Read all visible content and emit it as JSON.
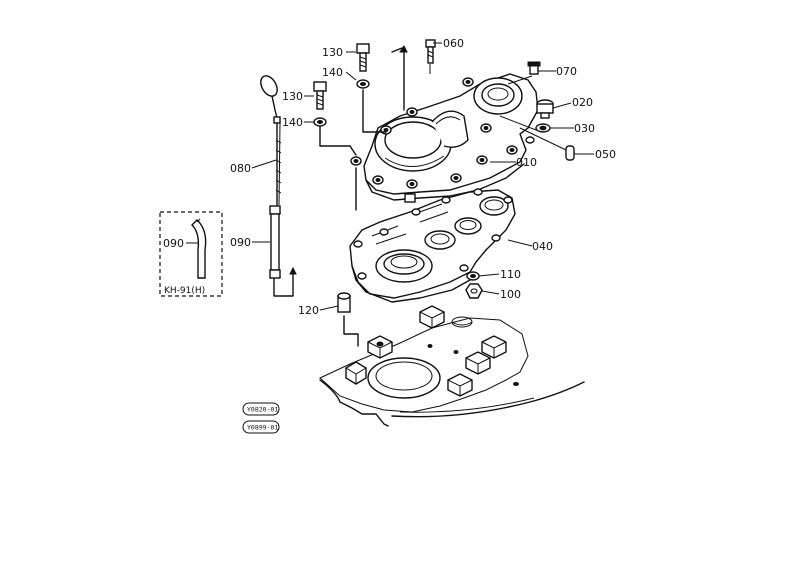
{
  "parts": {
    "p130a": "130",
    "p140a": "140",
    "p060": "060",
    "p070": "070",
    "p130b": "130",
    "p140b": "140",
    "p020": "020",
    "p030": "030",
    "p050": "050",
    "p080": "080",
    "p010": "010",
    "p090a": "090",
    "p090b": "090",
    "p040": "040",
    "p110": "110",
    "p100": "100",
    "p120": "120"
  },
  "variant_label": "KH-91(H)",
  "stamps": {
    "top": "Y0820-01",
    "bottom": "Y0899-01"
  }
}
